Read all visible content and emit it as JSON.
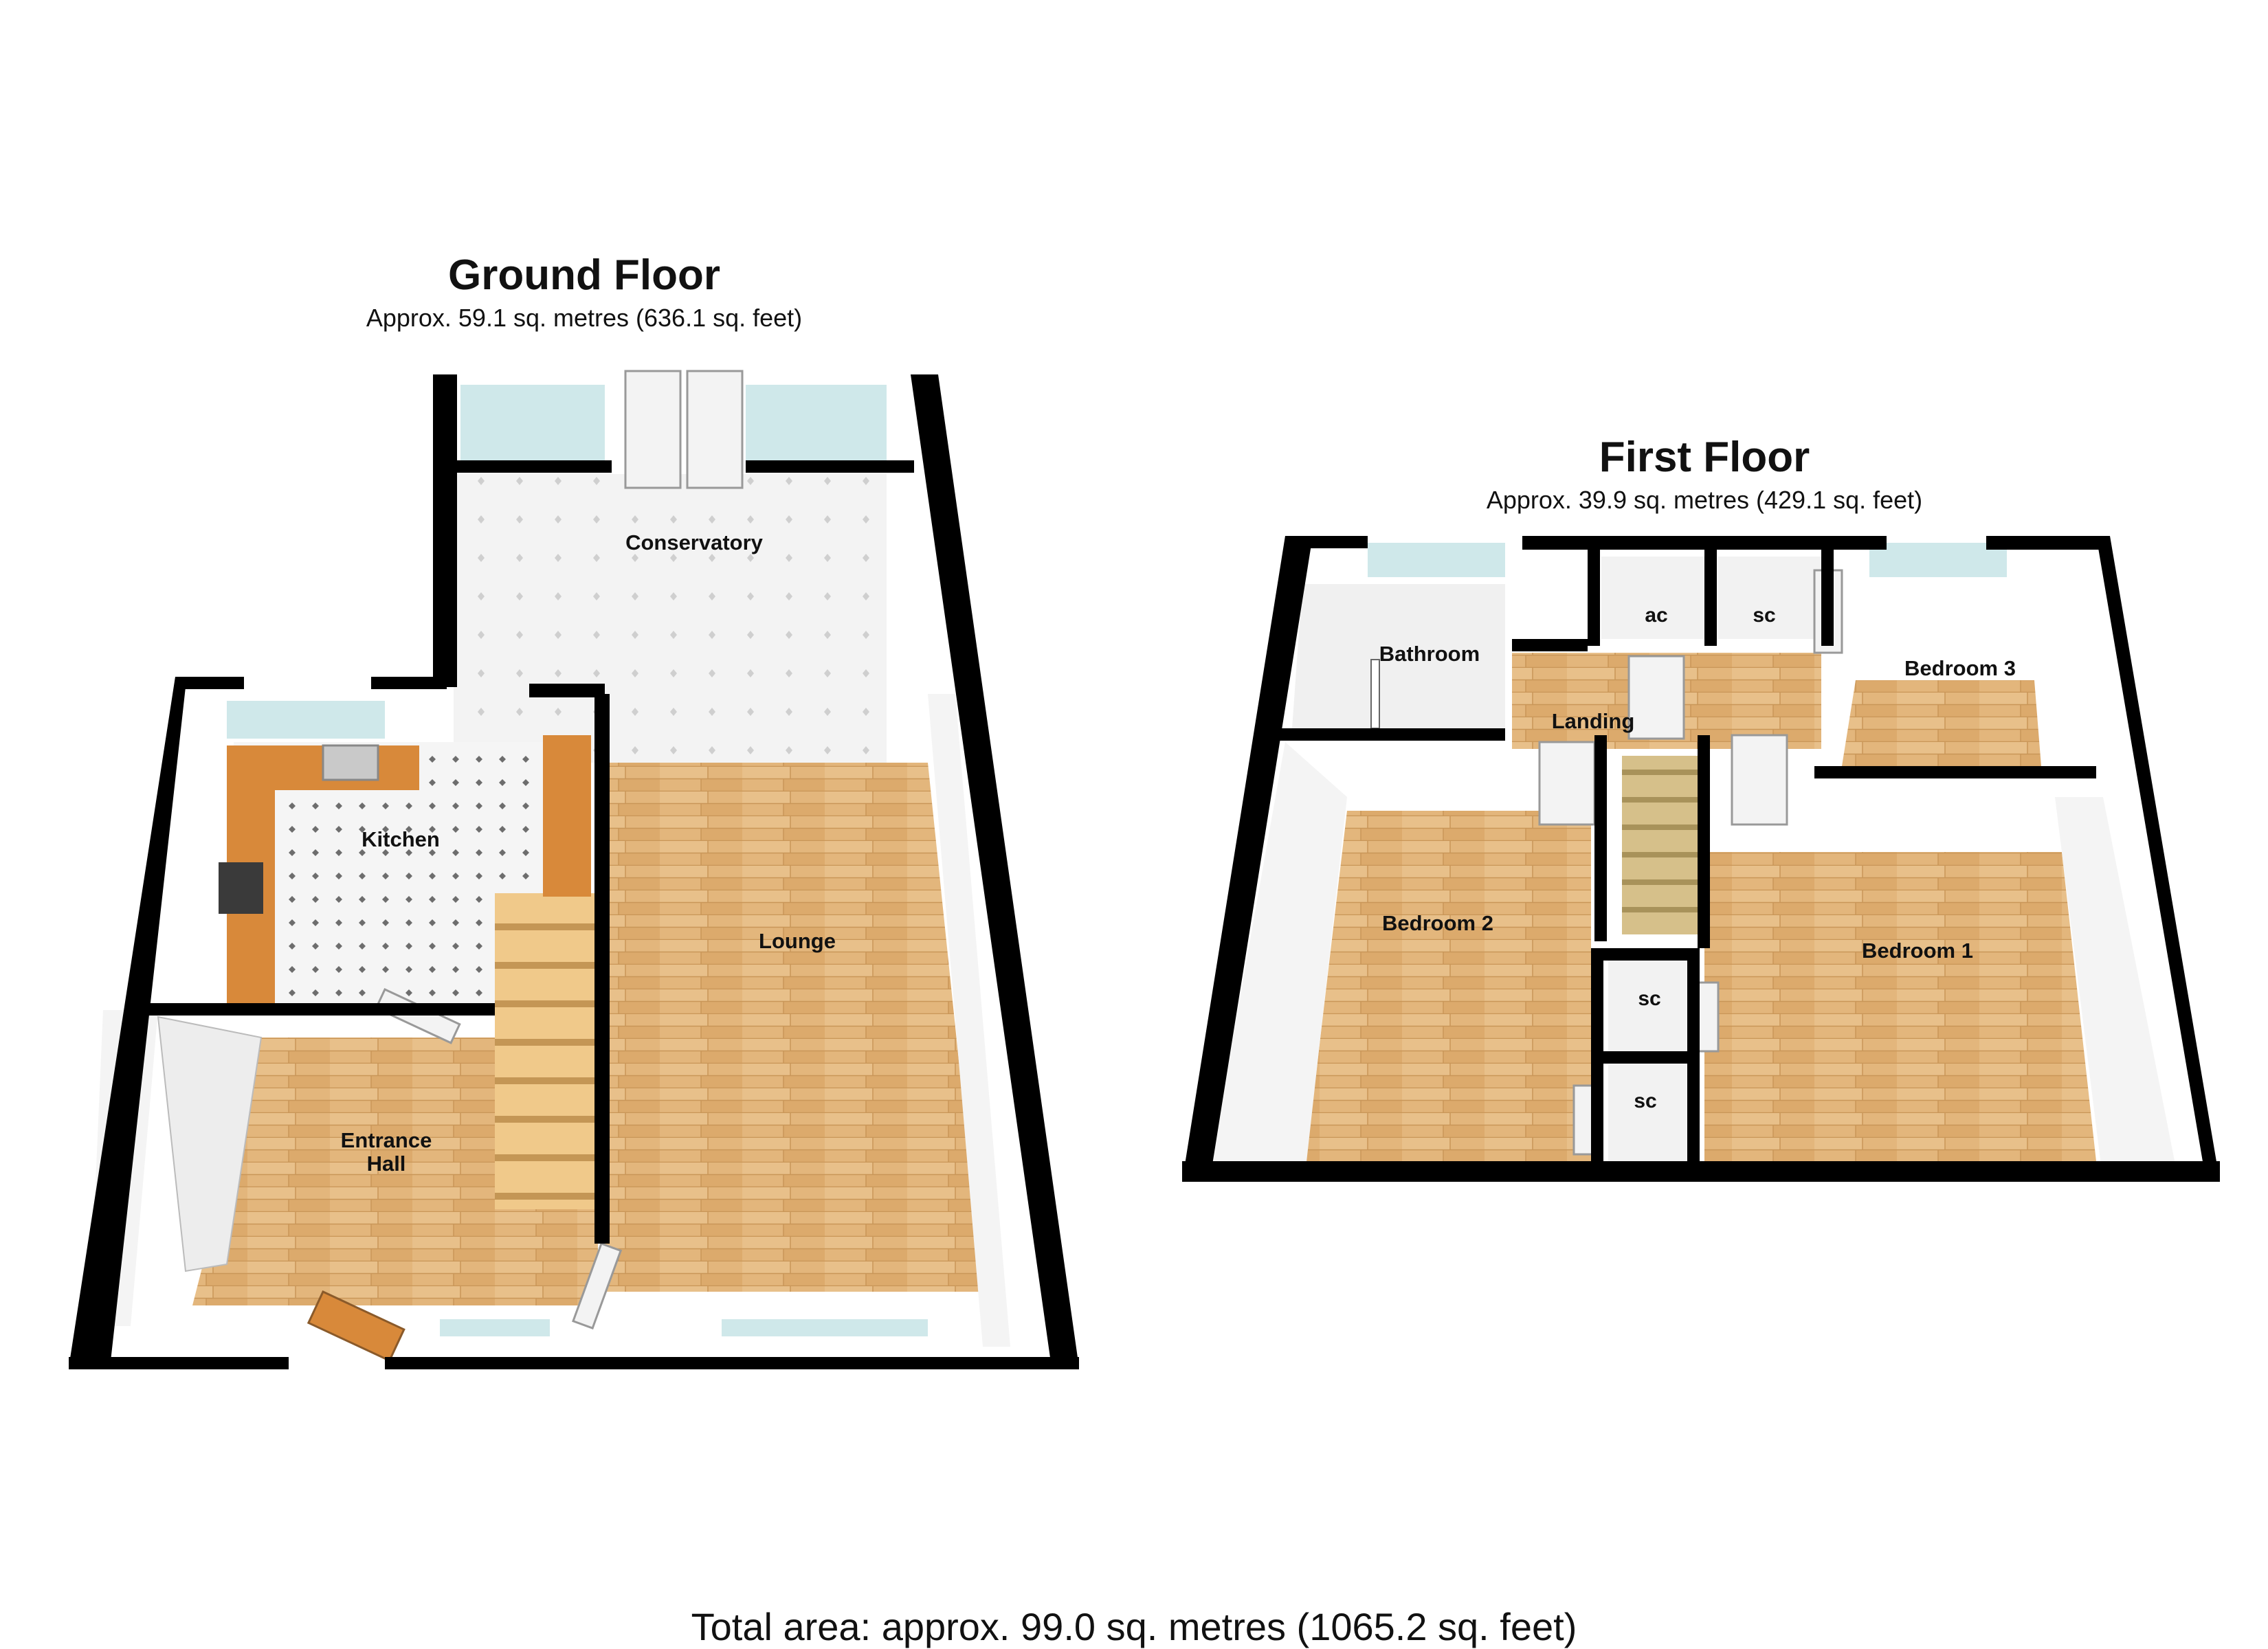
{
  "ground_floor": {
    "title": "Ground Floor",
    "area": "Approx. 59.1 sq. metres (636.1 sq. feet)",
    "rooms": {
      "conservatory": "Conservatory",
      "kitchen": "Kitchen",
      "lounge": "Lounge",
      "entrance_hall_line1": "Entrance",
      "entrance_hall_line2": "Hall"
    }
  },
  "first_floor": {
    "title": "First Floor",
    "area": "Approx. 39.9 sq. metres (429.1 sq. feet)",
    "rooms": {
      "bathroom": "Bathroom",
      "ac": "ac",
      "sc_top": "sc",
      "bedroom3": "Bedroom 3",
      "landing": "Landing",
      "bedroom2": "Bedroom 2",
      "bedroom1": "Bedroom 1",
      "sc_mid": "sc",
      "sc_low": "sc"
    }
  },
  "total_area": "Total area: approx. 99.0 sq. metres (1065.2 sq. feet)",
  "colors": {
    "wall": "#000000",
    "wall_face": "#f4f4f4",
    "wood_floor": "#e3b67c",
    "tile_floor": "#f2f2f2",
    "glass": "#cfe8ea",
    "counter": "#d8893a"
  }
}
